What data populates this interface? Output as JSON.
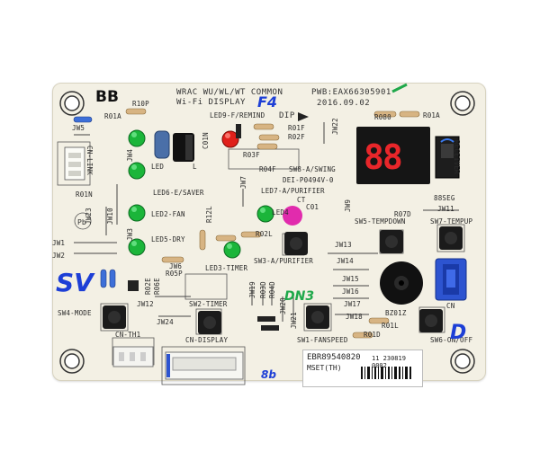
{
  "board": {
    "title_line1": "WRAC WU/WL/WT COMMON",
    "title_line2": "Wi-Fi DISPLAY",
    "pwb": "PWB:EAX66305901",
    "date": "2016.09.02",
    "dip": "DIP"
  },
  "display": {
    "digits": "88",
    "label": "88SEG",
    "receiver": "RECEIVER"
  },
  "labels": {
    "r10p": "R10P",
    "r01a": "R01A",
    "jw5": "JW5",
    "cn_link": "CN-LINK",
    "r01n": "R01N",
    "jw1": "JW1",
    "jw2": "JW2",
    "jw10": "JW10",
    "jw23": "JW23",
    "jw4": "JW4",
    "jw3": "JW3",
    "led9": "LED9-F/REMIND",
    "c01n": "C01N",
    "led_l": "LED",
    "led_l2": "L",
    "r01f": "R01F",
    "r02f": "R02F",
    "r03f": "R03F",
    "r04f": "R04F",
    "sw8": "SW8-A/SWING",
    "jw7": "JW7",
    "jw22": "JW22",
    "led6": "LED6-E/SAVER",
    "led2": "LED2-FAN",
    "led5": "LED5-DRY",
    "led4": "LED4",
    "led7": "LED7-A/PURIFIER",
    "ul": "DEI-P0494V-0",
    "ct": "CT",
    "c01": "C01",
    "r12l": "R12L",
    "r02l": "R02L",
    "led3": "LED3-TIMER",
    "sw3": "SW3-A/PURIFIER",
    "jw6": "JW6",
    "r05p": "R05P",
    "r02e": "R02E",
    "r06e": "R06E",
    "jw12": "JW12",
    "jw24": "JW24",
    "sw4": "SW4-MODE",
    "sw2": "SW2-TIMER",
    "cn_th1": "CN-TH1",
    "cn_display": "CN-DISPLAY",
    "jw19": "JW19",
    "r03d": "R03D",
    "r04d": "R04D",
    "jw20": "JW20",
    "jw21": "JW21",
    "sw1": "SW1-FANSPEED",
    "r080": "R080",
    "r01a_r": "R01A",
    "jw9": "JW9",
    "r07d": "R07D",
    "jw11": "JW11",
    "sw5": "SW5-TEMPDOWN",
    "sw7": "SW7-TEMPUP",
    "jw13": "JW13",
    "jw14": "JW14",
    "jw15": "JW15",
    "jw16": "JW16",
    "jw17": "JW17",
    "jw18": "JW18",
    "bz01z": "BZ01Z",
    "cn": "CN",
    "r01d": "R01D",
    "r01l": "R01L",
    "sw6": "SW6-ON/OFF"
  },
  "sticker": {
    "code": "EBR89540820",
    "suffix": "11 230819 0002",
    "model": "MSET(TH)"
  },
  "handwriting": {
    "bb": "BB",
    "f4": "F4",
    "sv": "SV",
    "dn": "DN3",
    "d": "D",
    "check": "✓",
    "bottom": "8b"
  },
  "colors": {
    "board": "#f3f0e4",
    "led_green": "#1bb53a",
    "led_red": "#e0201a",
    "ink_blue": "#1d3fd6",
    "ink_green": "#1fa84a",
    "magenta": "#e01aa8"
  }
}
